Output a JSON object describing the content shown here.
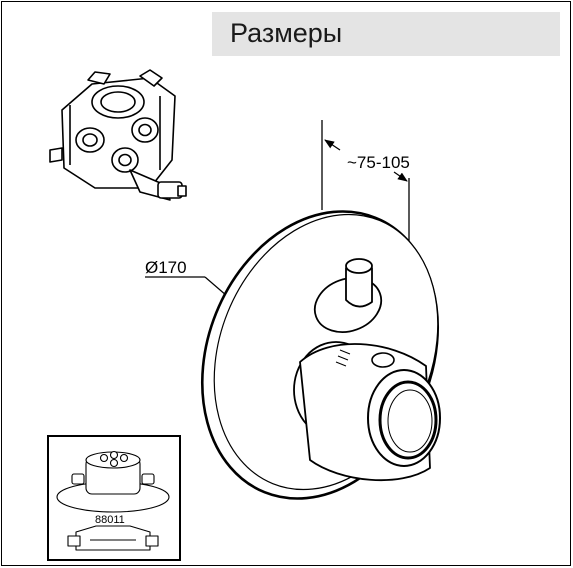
{
  "title": "Размеры",
  "dimensions": {
    "diameter": "Ø170",
    "projection": "~75-105"
  },
  "inset": {
    "part_number": "88011"
  }
}
